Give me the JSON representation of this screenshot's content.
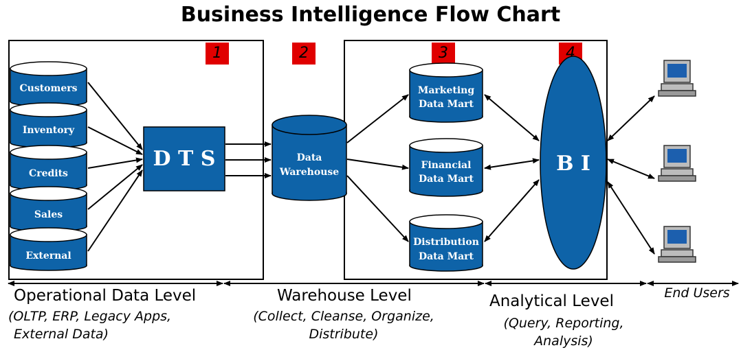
{
  "title": "Business Intelligence Flow Chart",
  "badges": [
    "1",
    "2",
    "3",
    "4"
  ],
  "sources": [
    "Customers",
    "Inventory",
    "Credits",
    "Sales",
    "External"
  ],
  "dts_label": "D T S",
  "warehouse": {
    "line1": "Data",
    "line2": "Warehouse"
  },
  "marts": [
    {
      "line1": "Marketing",
      "line2": "Data Mart"
    },
    {
      "line1": "Financial",
      "line2": "Data Mart"
    },
    {
      "line1": "Distribution",
      "line2": "Data Mart"
    }
  ],
  "bi_label": "B I",
  "levels": {
    "operational": {
      "title": "Operational Data Level",
      "sub1": "(OLTP, ERP, Legacy Apps,",
      "sub2": "External Data)"
    },
    "warehouse": {
      "title": "Warehouse Level",
      "sub1": "(Collect, Cleanse, Organize,",
      "sub2": "Distribute)"
    },
    "analytical": {
      "title": "Analytical Level",
      "sub1": "(Query, Reporting,",
      "sub2": "Analysis)"
    },
    "end_users": {
      "title": "End Users"
    }
  },
  "colors": {
    "shape_fill": "#0e63a8",
    "badge": "#e00000",
    "line": "#000000"
  },
  "icons": [
    "computer-icon",
    "computer-icon",
    "computer-icon"
  ]
}
